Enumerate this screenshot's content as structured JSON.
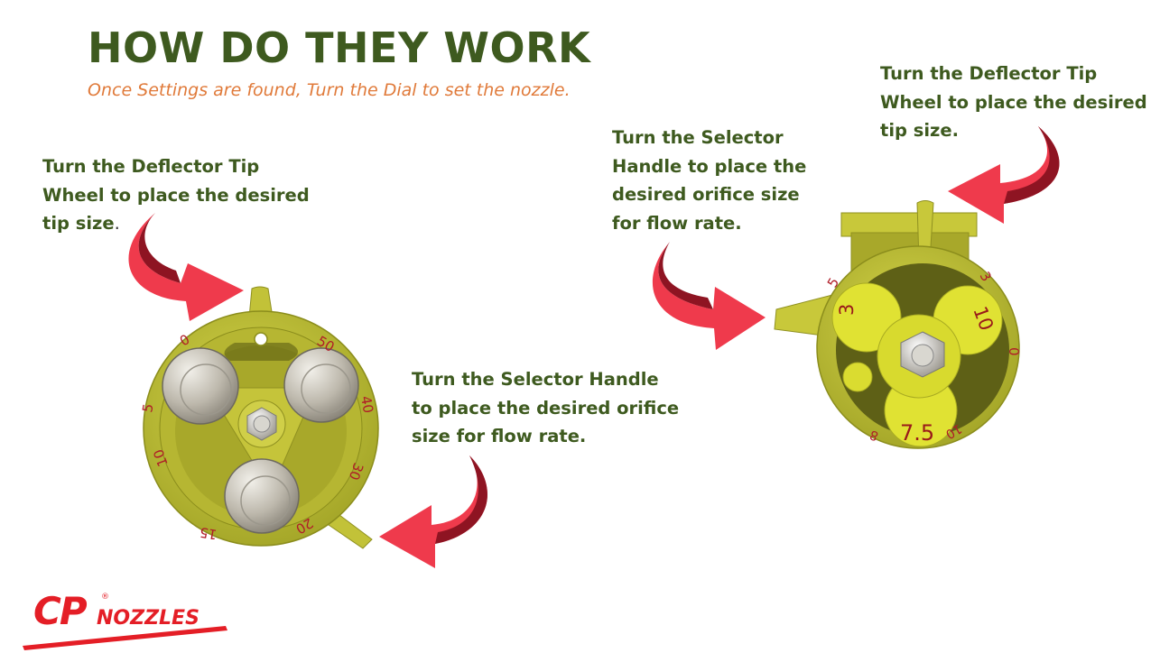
{
  "header": {
    "title": "HOW DO THEY WORK",
    "subtitle": "Once Settings are found, Turn the Dial to set the nozzle."
  },
  "notes": {
    "left_deflector": {
      "lines": [
        "Turn the Deflector Tip",
        "Wheel to place the desired",
        "tip size"
      ],
      "tail": "."
    },
    "left_selector": {
      "lines": [
        "Turn the Selector Handle",
        "to place the desired orifice",
        "size for flow rate."
      ]
    },
    "right_selector": {
      "lines": [
        "Turn the Selector",
        "Handle to place the",
        "desired orifice size",
        "for flow rate."
      ]
    },
    "right_deflector": {
      "lines": [
        "Turn the Deflector Tip",
        "Wheel to place the desired",
        "tip size."
      ]
    }
  },
  "left_nozzle": {
    "dial_numbers": [
      "0",
      "50",
      "40",
      "30",
      "20",
      "15",
      "10",
      "5"
    ]
  },
  "right_nozzle": {
    "dial_numbers": [
      "5",
      "3",
      "0",
      "10",
      "8"
    ],
    "tip_labels": [
      "3",
      "10",
      "7.5"
    ]
  },
  "logo": {
    "cp": "CP",
    "registered": "®",
    "nozzles": "NOZZLES"
  },
  "colors": {
    "title_green": "#3e5a1f",
    "subtitle_orange": "#e07a3a",
    "arrow_red": "#ef3a4c",
    "arrow_dark": "#8e1422",
    "nozzle_yellow": "#c9c93a",
    "tip_yellow": "#e0e233",
    "logo_red": "#e41e26"
  },
  "icons": {
    "arrows": "curved-arrow-icon",
    "logo": "cp-nozzles-logo"
  }
}
